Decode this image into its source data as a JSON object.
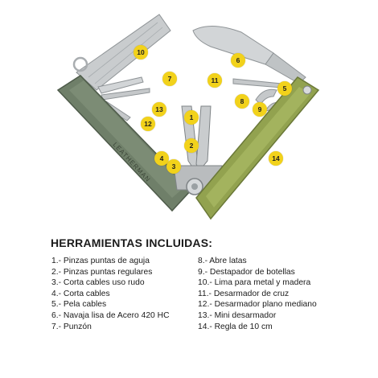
{
  "engraving": "LEATHERMAN",
  "callouts": [
    "1",
    "2",
    "3",
    "4",
    "5",
    "6",
    "7",
    "8",
    "9",
    "10",
    "11",
    "12",
    "13",
    "14"
  ],
  "heading": "HERRAMIENTAS INCLUIDAS:",
  "tools_left": [
    "1.- Pinzas puntas de aguja",
    "2.- Pinzas puntas regulares",
    "3.- Corta cables uso rudo",
    "4.- Corta cables",
    "5.- Pela cables",
    "6.- Navaja lisa de Acero 420 HC",
    "7.- Punzón"
  ],
  "tools_right": [
    "8.- Abre latas",
    "9.- Destapador de botellas",
    "10.- Lima para metal y madera",
    "11.- Desarmador de cruz",
    "12.- Desarmador plano mediano",
    "13.- Mini desarmador",
    "14.- Regla de 10 cm"
  ],
  "colors": {
    "left_handle": "#6f7f69",
    "right_handle": "#92a24f",
    "steel": "#c9ccce",
    "callout": "#f2d21b",
    "text": "#1b1b1b"
  }
}
